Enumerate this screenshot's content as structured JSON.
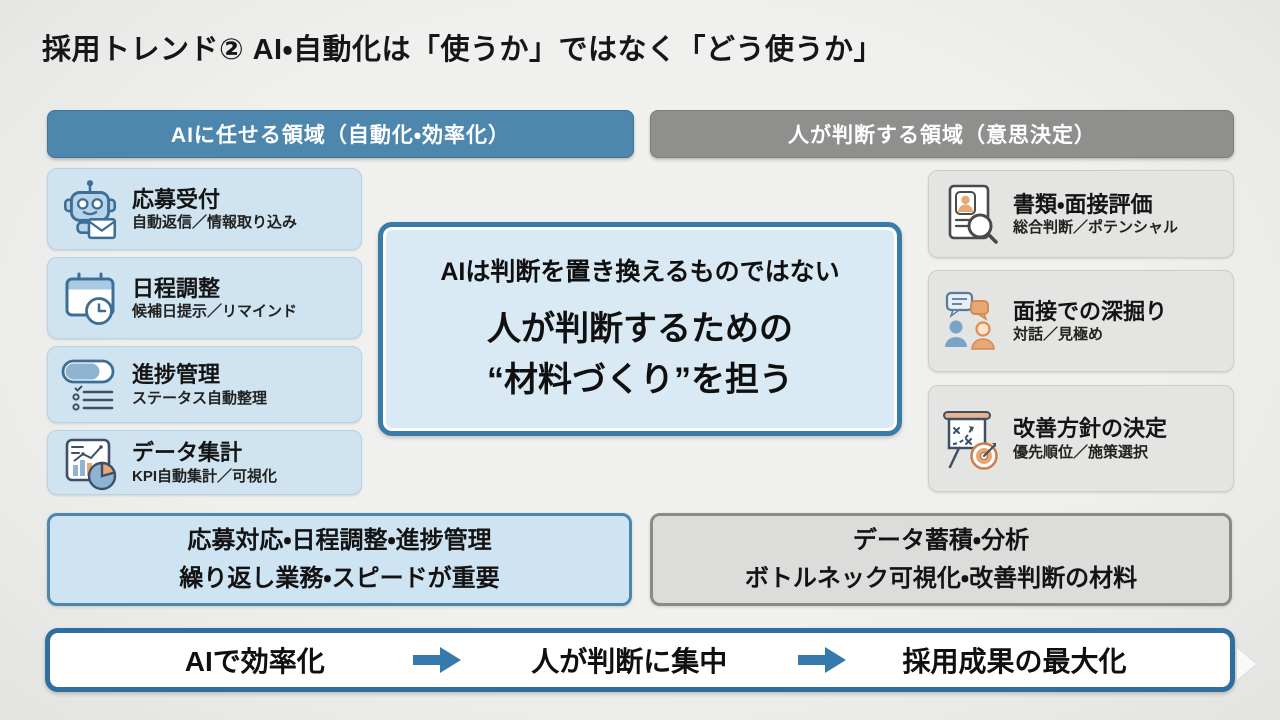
{
  "slide": {
    "title": "採用トレンド② AI・自動化は「使うか」ではなく「どう使うか」",
    "left_column": {
      "header": "AIに任せる領域（自動化・効率化）",
      "items": [
        {
          "title": "応募受付",
          "subtitle": "自動返信／情報取り込み",
          "icon": "robot-mail-icon"
        },
        {
          "title": "日程調整",
          "subtitle": "候補日提示／リマインド",
          "icon": "calendar-clock-icon"
        },
        {
          "title": "進捗管理",
          "subtitle": "ステータス自動整理",
          "icon": "toggle-checklist-icon"
        },
        {
          "title": "データ集計",
          "subtitle": "KPI自動集計／可視化",
          "icon": "chart-pie-icon"
        }
      ],
      "summary_line1": "応募対応・日程調整・進捗管理",
      "summary_line2": "繰り返し業務・スピードが重要"
    },
    "right_column": {
      "header": "人が判断する領域（意思決定）",
      "items": [
        {
          "title": "書類・面接評価",
          "subtitle": "総合判断／ポテンシャル",
          "icon": "resume-magnifier-icon"
        },
        {
          "title": "面接での深掘り",
          "subtitle": "対話／見極め",
          "icon": "people-chat-icon"
        },
        {
          "title": "改善方針の決定",
          "subtitle": "優先順位／施策選択",
          "icon": "strategy-target-icon"
        }
      ],
      "summary_line1": "データ蓄積・分析",
      "summary_line2": "ボトルネック可視化・改善判断の材料"
    },
    "center_box": {
      "line1": "AIは判断を置き換えるものではない",
      "line2": "人が判断するための",
      "line3": "“材料づくり”を担う"
    },
    "flow": {
      "steps": [
        "AIで効率化",
        "人が判断に集中",
        "採用成果の最大化"
      ]
    },
    "colors": {
      "ai_header_bg": "#4d87ad",
      "human_header_bg": "#8f8f8d",
      "ai_card_bg": "#cfe3f1",
      "human_card_bg": "#e4e4e2",
      "center_border": "#3a7ca9",
      "center_bg": "#d9eaf5",
      "flow_border": "#2f6f9f",
      "flow_arrow": "#3579ad",
      "icon_blue": "#3d6e96",
      "icon_orange": "#e8a873"
    }
  }
}
